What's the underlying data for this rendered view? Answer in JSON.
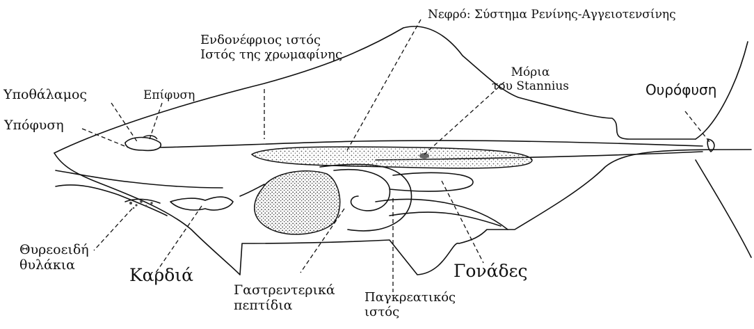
{
  "labels": {
    "hypothalamus": "Υποθάλαμος",
    "pineal": "Επίφυση",
    "pituitary": "Υπόφυση",
    "interrenal_1": "Ενδονέφριος ιστός",
    "interrenal_2": "Ιστός της χρωμαφίνης",
    "kidney": "Νεφρό: Σύστημα Ρενίνης-Αγγειοτενσίνης",
    "stannius_1": "Μόρια",
    "stannius_2": "του Stannius",
    "urophysis": "Ουρόφυση",
    "thyroid_1": "Θυρεοειδή",
    "thyroid_2": "θυλάκια",
    "heart": "Καρδιά",
    "gi_1": "Γαστρεντερικά",
    "gi_2": "πεπτίδια",
    "pancreas_1": "Παγκρεατικός",
    "pancreas_2": "ιστός",
    "gonads": "Γονάδες"
  },
  "colors": {
    "line": "#111111",
    "stipple": "#555555",
    "background": "#ffffff"
  }
}
